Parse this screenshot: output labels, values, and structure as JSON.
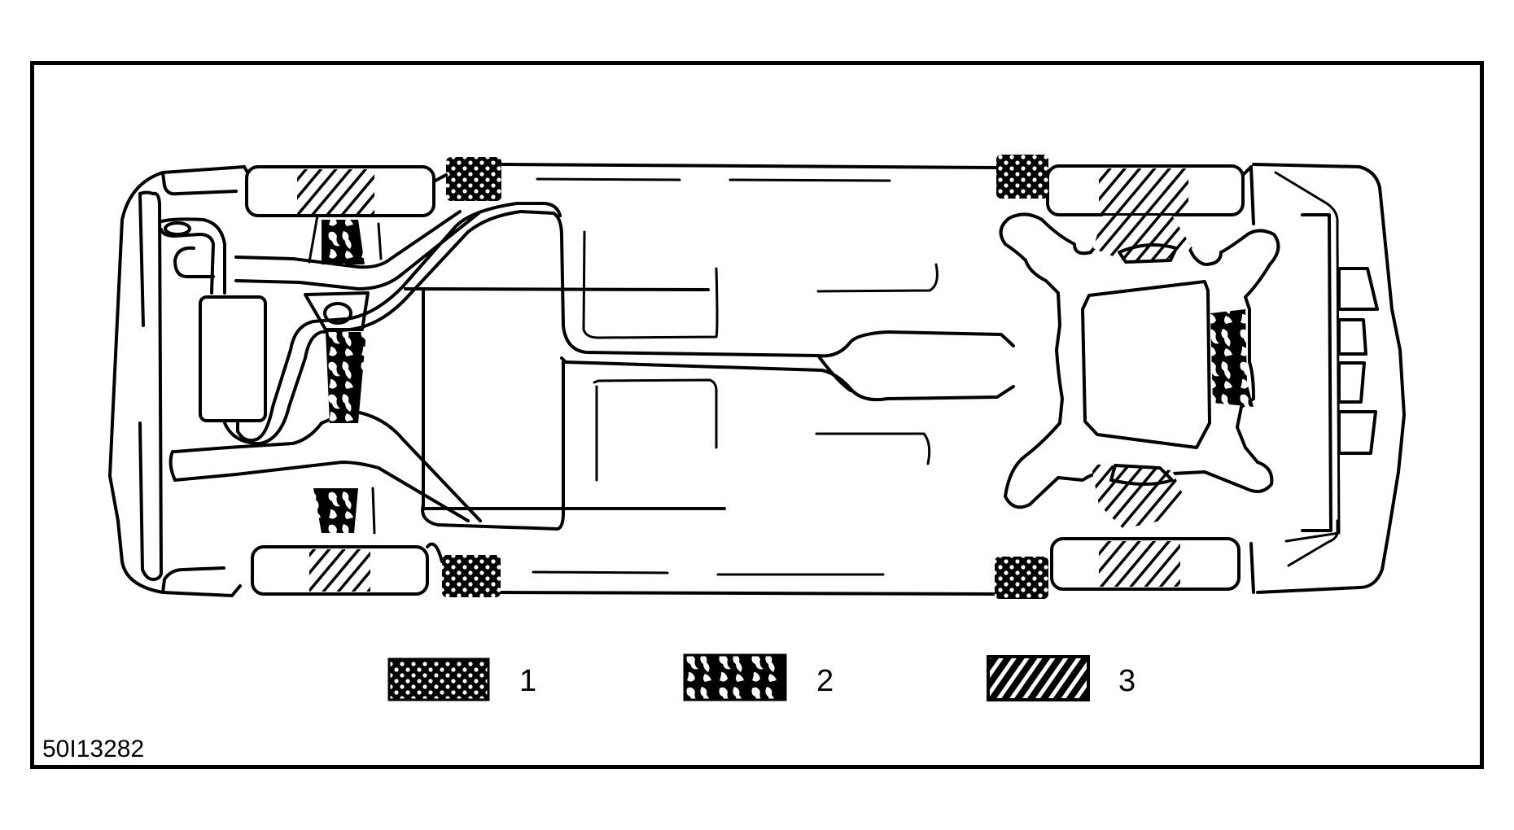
{
  "figure": {
    "id_label": "50I13282",
    "subject": "vehicle-underbody-view",
    "border_color": "#000000",
    "background": "#ffffff"
  },
  "legend": {
    "items": [
      {
        "number": "1",
        "pattern": "dotted-dense",
        "pattern_name": "dot-pattern"
      },
      {
        "number": "2",
        "pattern": "mottled",
        "pattern_name": "mottled-pattern"
      },
      {
        "number": "3",
        "pattern": "diagonal-hatch",
        "pattern_name": "hatch-pattern"
      }
    ]
  },
  "regions": {
    "pattern_1_locations": [
      "rear-left-lift-point",
      "rear-right-lift-point",
      "front-left-lift-point",
      "front-right-lift-point"
    ],
    "pattern_2_locations": [
      "rear-axle-differential",
      "rear-suspension-left",
      "rear-suspension-right",
      "front-crossmember"
    ],
    "pattern_3_locations": [
      "rear-left-wheel",
      "rear-right-wheel",
      "front-left-wheel",
      "front-right-wheel",
      "front-suspension-left",
      "front-suspension-right"
    ]
  }
}
